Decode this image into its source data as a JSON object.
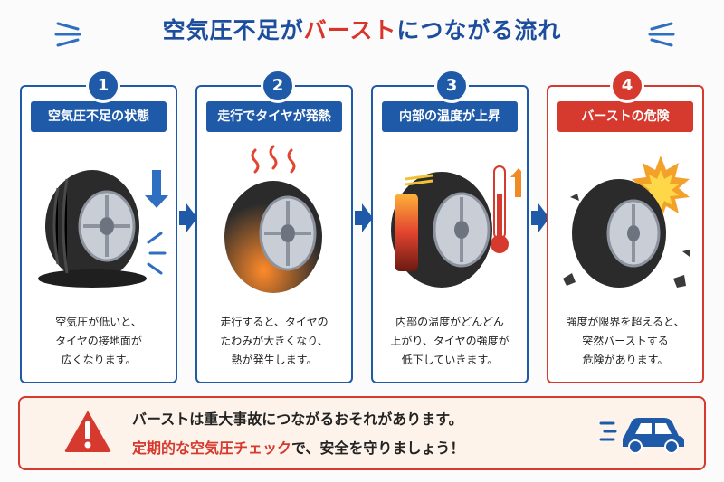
{
  "title": {
    "before": "空気圧不足が",
    "highlight": "バースト",
    "after": "につながる流れ"
  },
  "steps": [
    {
      "number": "1",
      "heading": "空気圧不足の状態",
      "description": "空気圧が低いと、\nタイヤの接地面が\n広くなります。"
    },
    {
      "number": "2",
      "heading": "走行でタイヤが発熱",
      "description": "走行すると、タイヤの\nたわみが大きくなり、\n熱が発生します。"
    },
    {
      "number": "3",
      "heading": "内部の温度が上昇",
      "description": "内部の温度がどんどん\n上がり、タイヤの強度が\n低下していきます。"
    },
    {
      "number": "4",
      "heading": "バーストの危険",
      "description": "強度が限界を超えると、\n突然バーストする\n危険があります。"
    }
  ],
  "warning": {
    "line1": "バーストは重大事故につながるおそれがあります。",
    "line2_highlight": "定期的な空気圧チェック",
    "line2_rest": "で、安全を守りましょう！",
    "icon": "warning-triangle-icon",
    "car_icon": "car-icon"
  },
  "colors": {
    "blue": "#1f5aa8",
    "red": "#d63a2f",
    "banner_bg": "#fdf3ea"
  }
}
